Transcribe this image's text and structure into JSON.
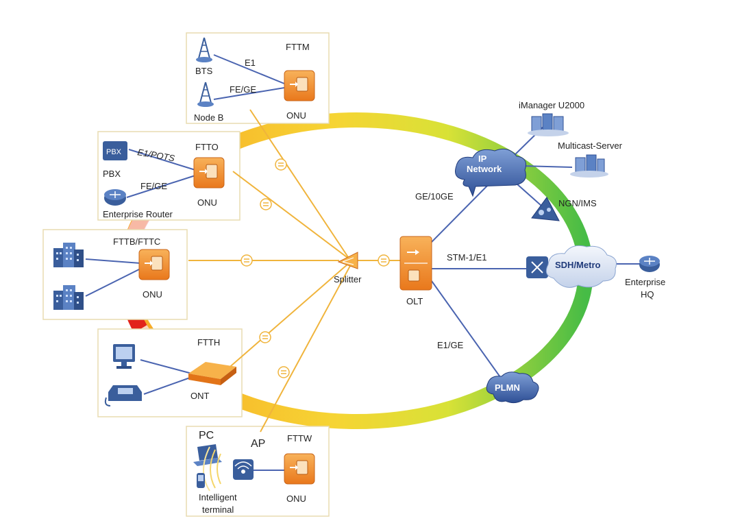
{
  "colors": {
    "ring_orange": "#f7a21b",
    "ring_yellow": "#f4e030",
    "ring_green": "#3cb83c",
    "ring_red": "#e2231a",
    "onu_orange": "#f08c28",
    "fiber": "#f0b43c",
    "link_blue": "#4a64b0",
    "cloud_blue": "#3f63a8"
  },
  "sections": {
    "fttm": "FTTM",
    "ftto": "FTTO",
    "fttb": "FTTB/FTTC",
    "ftth": "FTTH",
    "fttw": "FTTW"
  },
  "devices": {
    "bts": "BTS",
    "nodeb": "Node B",
    "pbx": "PBX",
    "enterprise_router": "Enterprise Router",
    "onu": "ONU",
    "ont": "ONT",
    "pc": "PC",
    "ap": "AP",
    "intelligent_terminal_1": "Intelligent",
    "intelligent_terminal_2": "terminal",
    "splitter": "Splitter",
    "olt": "OLT",
    "imanager": "iManager U2000",
    "multicast": "Multicast-Server",
    "ngn": "NGN/IMS",
    "enterprise_hq_1": "Enterprise",
    "enterprise_hq_2": "HQ"
  },
  "links": {
    "e1": "E1",
    "fe_ge_m": "FE/GE",
    "e1_pots": "E1/POTS",
    "fe_ge_o": "FE/GE",
    "ge_10ge": "GE/10GE",
    "stm1_e1": "STM-1/E1",
    "e1_ge": "E1/GE"
  },
  "clouds": {
    "ip_1": "IP",
    "ip_2": "Network",
    "sdh": "SDH/Metro",
    "plmn": "PLMN"
  }
}
